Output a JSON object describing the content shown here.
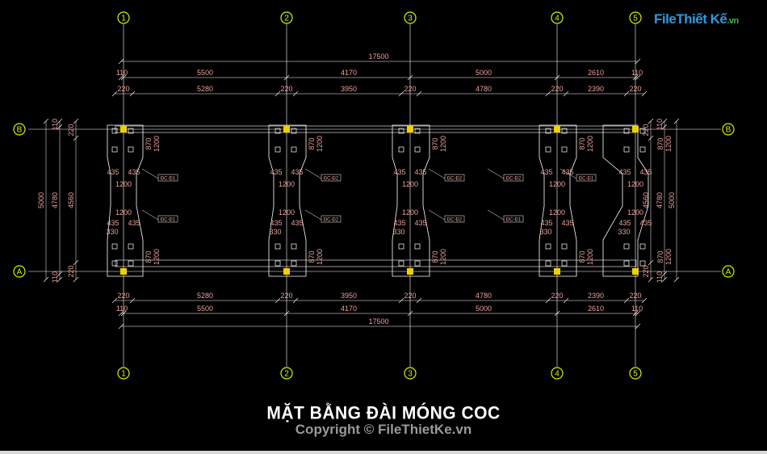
{
  "drawing": {
    "title": "MẶT BẰNG ĐÀI MÓNG COC",
    "copyright": "Copyright © FileThietKe.vn",
    "logo_text": "FileThiết Kế",
    "logo_ext": ".vn",
    "grid_columns": [
      "1",
      "2",
      "3",
      "4",
      "5"
    ],
    "grid_rows": [
      "B",
      "A"
    ],
    "overall_length": "17500",
    "spans_axis": [
      "5500",
      "4170",
      "5000",
      "2610"
    ],
    "end_offset": "110",
    "spans_clear": [
      "5280",
      "3950",
      "4780",
      "2390"
    ],
    "column_size": "220",
    "overall_width": "5000",
    "clear_width": "4780",
    "inner_width": "4560",
    "footing_dims": [
      "435",
      "1200",
      "870",
      "330"
    ],
    "footing_tags": [
      "ĐC-Đ1",
      "ĐC-Đ2"
    ],
    "colors": {
      "background": "#000000",
      "grid_line": "#ffffff",
      "grid_bubble": "#d8f000",
      "dimension_text": "#e8a098",
      "column": "#f0d000"
    }
  }
}
